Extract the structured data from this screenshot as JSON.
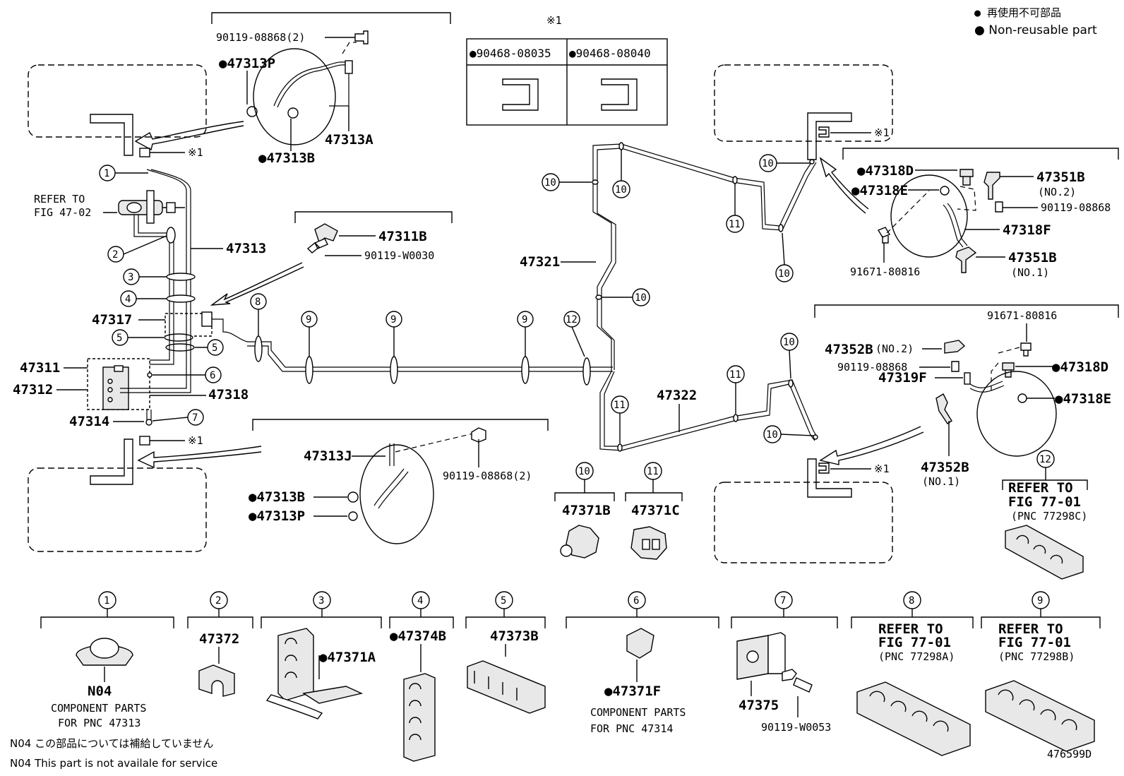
{
  "legend": {
    "jp": "● 再使用不可部品",
    "en": "● Non-reusable part"
  },
  "figure_id": "476599D",
  "note_mark": "※1",
  "refer_47_02": [
    "REFER TO",
    "FIG 47-02"
  ],
  "labels": {
    "p90119_08868_2_top": "90119-08868(2)",
    "p47313P_top": "●47313P",
    "p47313A": "47313A",
    "p47313B_top": "●47313B",
    "p47313": "47313",
    "p47317": "47317",
    "p47311": "47311",
    "p47312": "47312",
    "p47318": "47318",
    "p47314": "47314",
    "p47311B": "47311B",
    "p90119_W0030": "90119-W0030",
    "p47321": "47321",
    "p47322": "47322",
    "p47313J": "47313J",
    "p90119_08868_2_bot": "90119-08868(2)",
    "p47313B_bot": "●47313B",
    "p47313P_bot": "●47313P",
    "p47371B": "47371B",
    "p47371C": "47371C",
    "p47318D_top": "●47318D",
    "p47318E_top": "●47318E",
    "p47351B_top": "47351B",
    "no2_a": "(NO.2)",
    "p90119_08868_r": "90119-08868",
    "p47318F": "47318F",
    "p91671_80816_a": "91671-80816",
    "p47351B_bot": "47351B",
    "no1_a": "(NO.1)",
    "p91671_80816_b": "91671-80816",
    "p47352B_no2": "47352B",
    "no2_b": "(NO.2)",
    "p90119_08868_r2": "90119-08868",
    "p47318D_bot": "●47318D",
    "p47319F": "47319F",
    "p47318E_bot": "●47318E",
    "p47352B_no1": "47352B",
    "no1_b": "(NO.1)",
    "clip_90468_08035": "●90468-08035",
    "clip_90468_08040": "●90468-08040"
  },
  "refer_12": [
    "REFER TO",
    "FIG 77-01",
    "(PNC 77298C)"
  ],
  "bottom_parts": {
    "n04": "N04",
    "comp_47313": [
      "COMPONENT PARTS",
      "FOR PNC 47313"
    ],
    "p47372": "47372",
    "p47371A": "●47371A",
    "p47374B": "●47374B",
    "p47373B": "47373B",
    "p47371F": "●47371F",
    "comp_47314": [
      "COMPONENT PARTS",
      "FOR PNC 47314"
    ],
    "p47375": "47375",
    "p90119_W0053": "90119-W0053",
    "refer_8": [
      "REFER TO",
      "FIG 77-01",
      "(PNC 77298A)"
    ],
    "refer_9": [
      "REFER TO",
      "FIG 77-01",
      "(PNC 77298B)"
    ]
  },
  "footnote_n04": {
    "jp": "N04 この部品については補給していません",
    "en": "N04 This part is not availale for service"
  },
  "callout_numbers": [
    "1",
    "2",
    "3",
    "4",
    "5",
    "6",
    "7",
    "8",
    "9",
    "10",
    "11",
    "12"
  ]
}
